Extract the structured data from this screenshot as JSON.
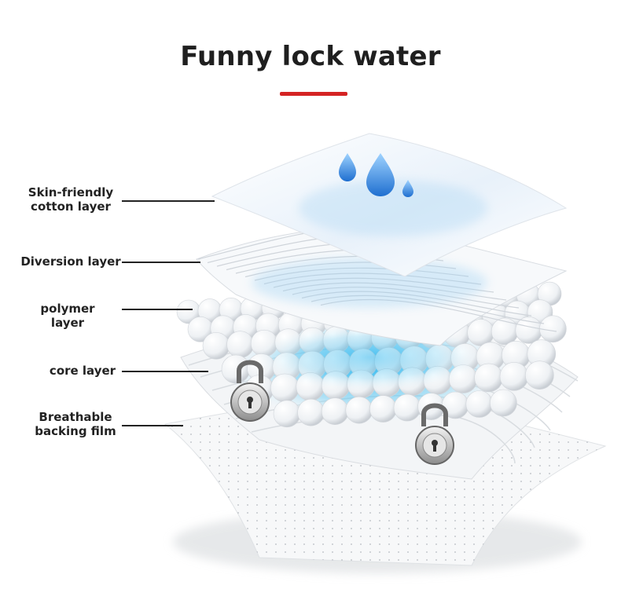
{
  "title": "Funny lock water",
  "colors": {
    "accent_underline": "#d42323",
    "water": "#2f8fe0",
    "core_glow": "#27b6f0",
    "lock": "#6a6a6a"
  },
  "layers": [
    {
      "id": "skin",
      "label": "Skin-friendly\ncotton layer"
    },
    {
      "id": "diversion",
      "label": "Diversion layer"
    },
    {
      "id": "polymer",
      "label": "polymer layer"
    },
    {
      "id": "core",
      "label": "core layer"
    },
    {
      "id": "backing",
      "label": "Breathable\nbacking film"
    }
  ],
  "icons": [
    "water-drop-icon",
    "padlock-icon"
  ]
}
